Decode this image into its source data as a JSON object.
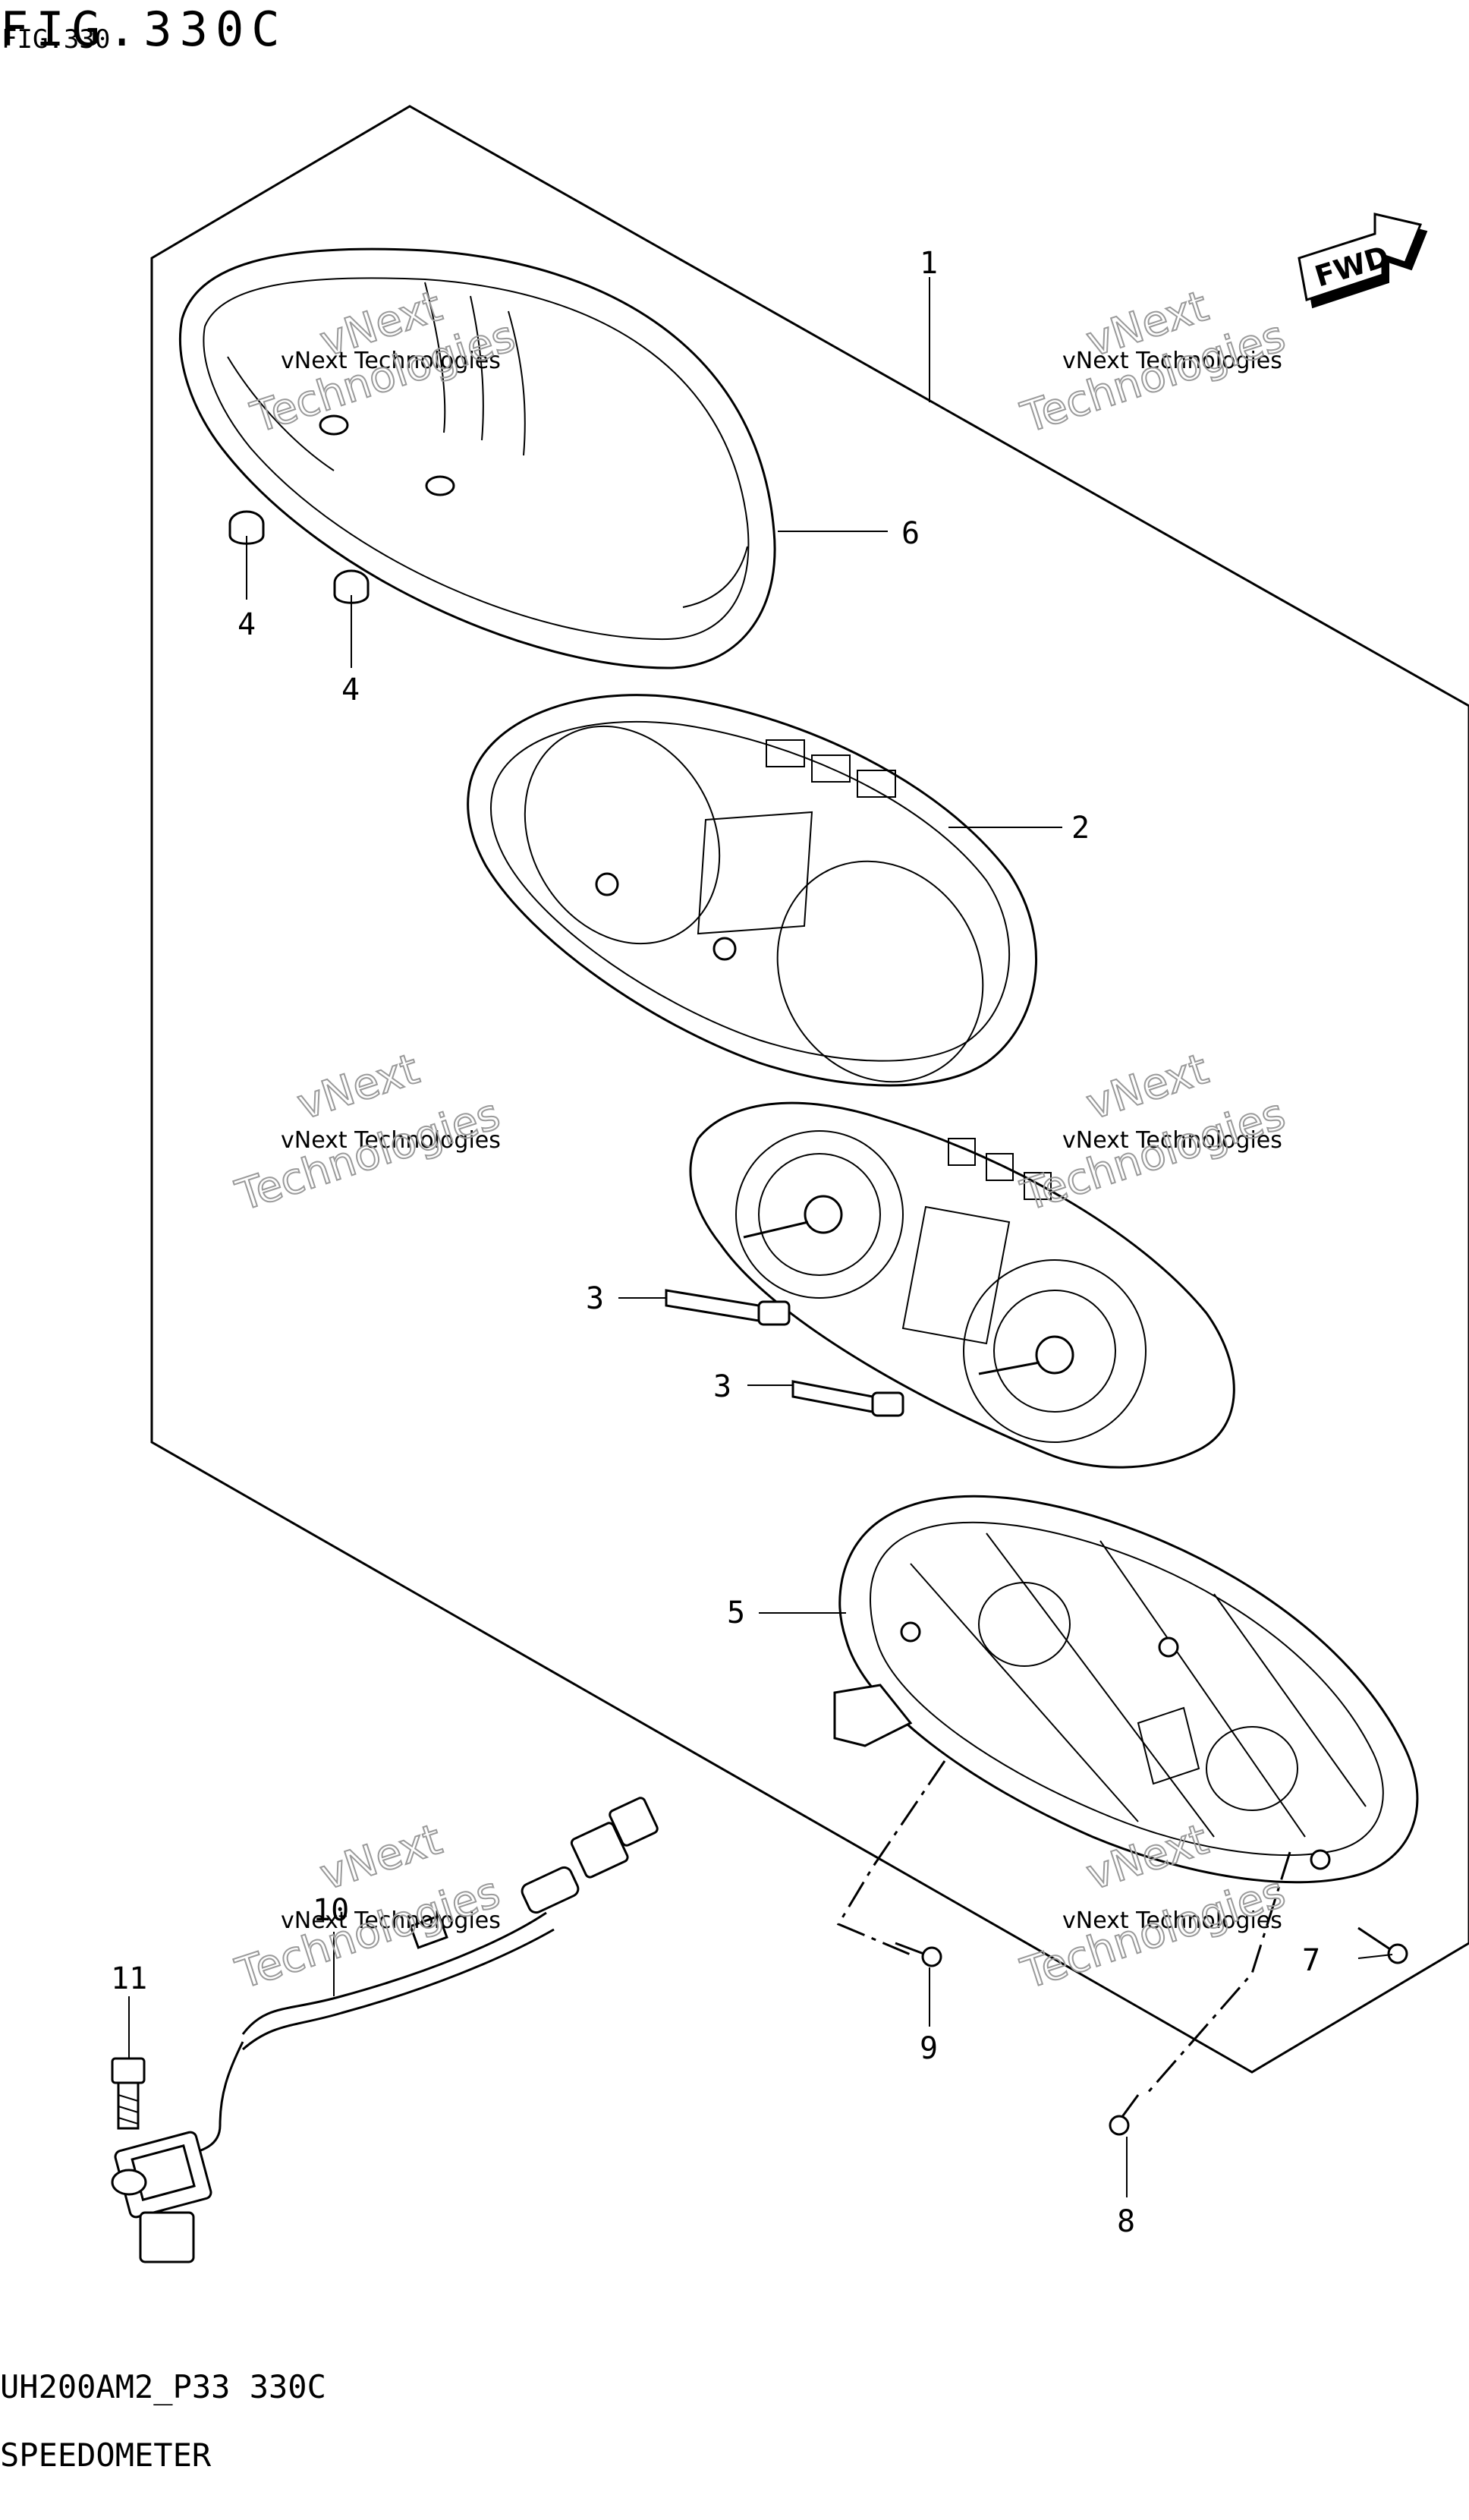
{
  "header": {
    "figure_title": "FIG.330C",
    "figure_code_overlay": "FIG.330"
  },
  "footer": {
    "model_code": "UH200AM2_P33 330C",
    "section_name": "SPEEDOMETER"
  },
  "direction_badge": "FWD",
  "callouts": [
    {
      "id": "1",
      "label": "1"
    },
    {
      "id": "2",
      "label": "2"
    },
    {
      "id": "3a",
      "label": "3"
    },
    {
      "id": "3b",
      "label": "3"
    },
    {
      "id": "4a",
      "label": "4"
    },
    {
      "id": "4b",
      "label": "4"
    },
    {
      "id": "5",
      "label": "5"
    },
    {
      "id": "6",
      "label": "6"
    },
    {
      "id": "7",
      "label": "7"
    },
    {
      "id": "8",
      "label": "8"
    },
    {
      "id": "9",
      "label": "9"
    },
    {
      "id": "10",
      "label": "10"
    },
    {
      "id": "11",
      "label": "11"
    }
  ],
  "watermark": {
    "line1": "vNext Technologies",
    "line2": "Technologies",
    "line3": "vNext"
  }
}
